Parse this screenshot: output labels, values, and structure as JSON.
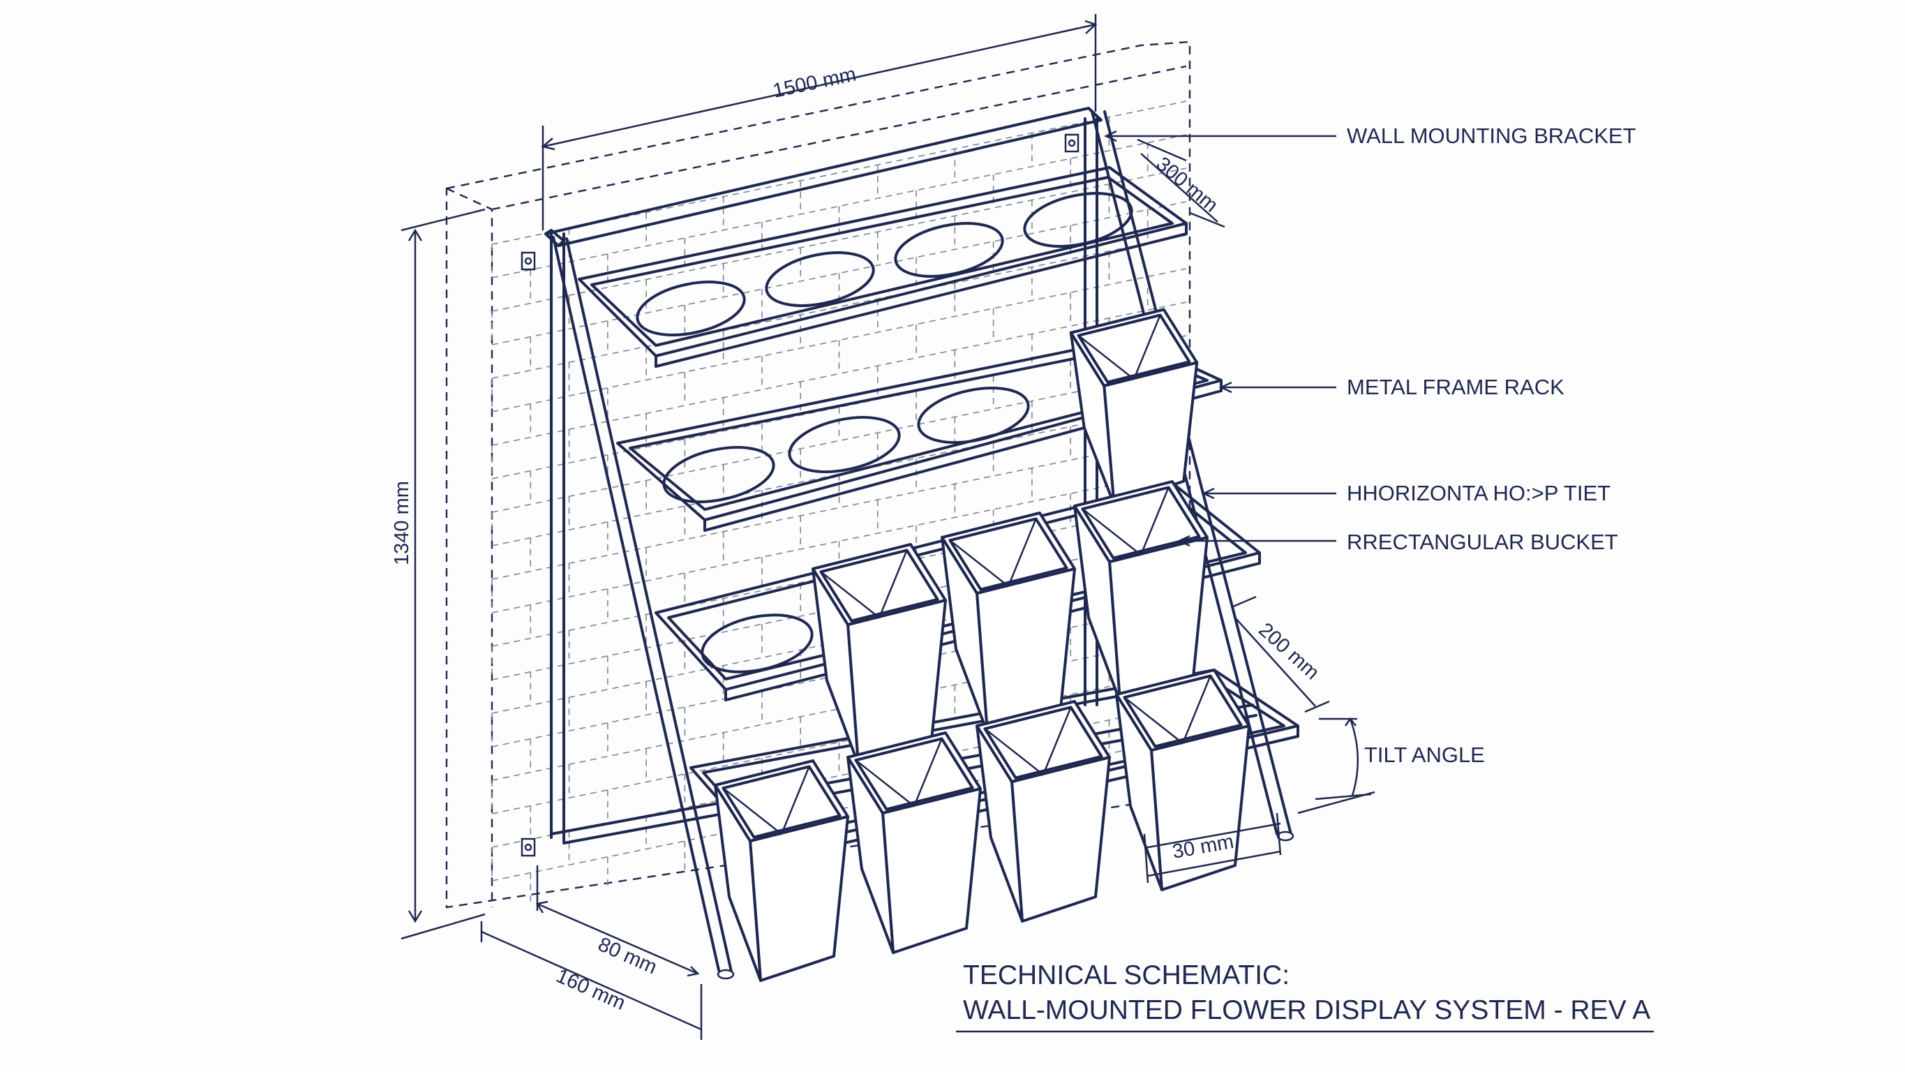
{
  "callouts": {
    "wall_bracket": "WALL MOUNTING BRACKET",
    "frame_rack": "METAL FRAME RACK",
    "hoop_tier": "HHORIZONTA HO:>P TIET",
    "bucket": "RRECTANGULAR BUCKET",
    "tilt": "TILT ANGLE"
  },
  "dimensions": {
    "width": "1500 mm",
    "depth_top": "300 mm",
    "height": "1340 mm",
    "tier_spacing": "200 mm",
    "bottom_offset": "30 mm",
    "base_depth_a": "80 mm",
    "base_depth_b": "160 mm"
  },
  "title_block": {
    "line1": "TECHNICAL SCHEMATIC:",
    "line2": "WALL-MOUNTED FLOWER DISPLAY SYSTEM - REV A"
  },
  "colors": {
    "ink": "#1f2850",
    "paper": "#fdfdfd",
    "brick": "#7d8496"
  }
}
